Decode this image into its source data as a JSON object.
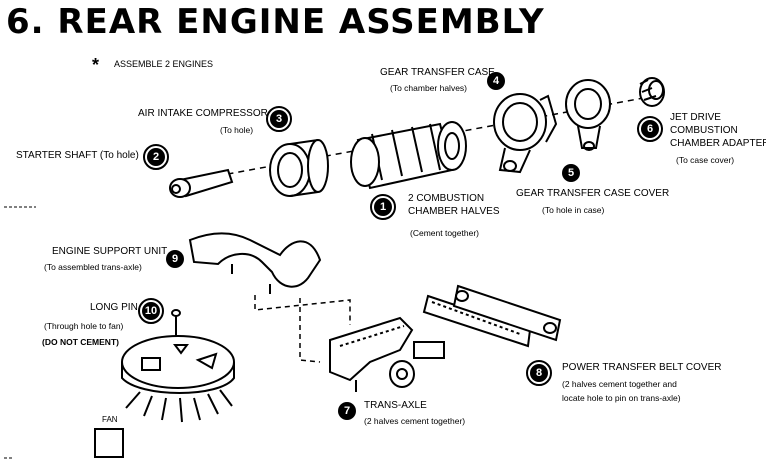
{
  "title": "6. REAR ENGINE ASSEMBLY",
  "note": {
    "symbol": "*",
    "text": "ASSEMBLE 2 ENGINES"
  },
  "parts": [
    {
      "num": "1",
      "label": "2 COMBUSTION",
      "label2": "CHAMBER HALVES",
      "sub": "(Cement together)"
    },
    {
      "num": "2",
      "label": "STARTER SHAFT (To hole)"
    },
    {
      "num": "3",
      "label": "AIR INTAKE COMPRESSOR",
      "sub": "(To hole)"
    },
    {
      "num": "4",
      "label": "GEAR TRANSFER CASE",
      "sub": "(To chamber halves)"
    },
    {
      "num": "5",
      "label": "GEAR TRANSFER CASE COVER",
      "sub": "(To hole in case)"
    },
    {
      "num": "6",
      "label": "JET DRIVE",
      "label2": "COMBUSTION",
      "label3": "CHAMBER ADAPTER",
      "sub": "(To case cover)"
    },
    {
      "num": "7",
      "label": "TRANS-AXLE",
      "sub": "(2 halves cement together)"
    },
    {
      "num": "8",
      "label": "POWER TRANSFER BELT COVER",
      "sub": "(2 halves cement together and",
      "sub2": "locate hole to pin on trans-axle)"
    },
    {
      "num": "9",
      "label": "ENGINE SUPPORT UNIT",
      "sub": "(To assembled trans-axle)"
    },
    {
      "num": "10",
      "label": "LONG PIN",
      "sub": "(Through hole to fan)",
      "sub2": "(DO NOT CEMENT)"
    }
  ],
  "fan": {
    "label": "FAN"
  }
}
